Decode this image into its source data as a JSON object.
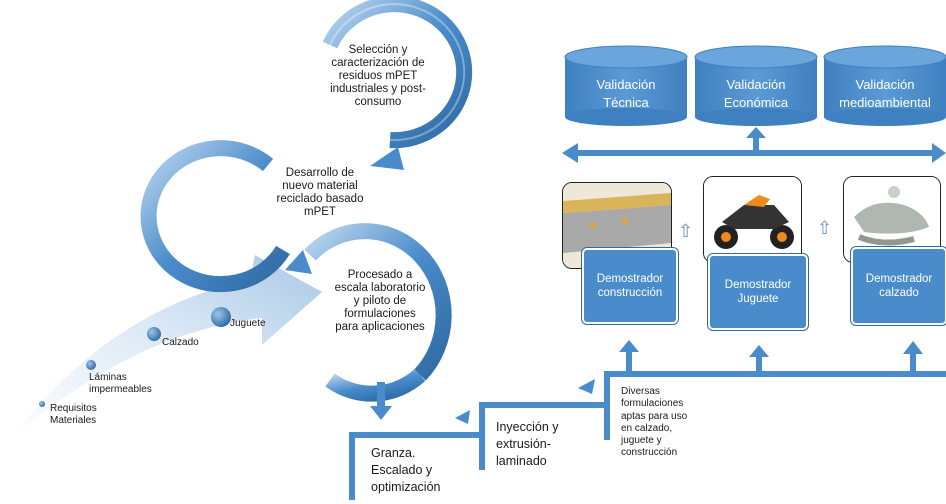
{
  "cycle": {
    "step1": "Selección y\ncaracterización  de\nresiduos mPET\nindustriales y post-\nconsumo",
    "step2": "Desarrollo de\nnuevo material\nreciclado basado\nmPET",
    "step3": "Procesado a\nescala laboratorio\ny piloto de\nformulaciones\npara aplicaciones"
  },
  "timeline": {
    "items": [
      "Requisitos\nMateriales",
      "Láminas\nimpermeables",
      "Calzado",
      "Juguete"
    ]
  },
  "validations": [
    "Validación\nTécnica",
    "Validación\nEconómica",
    "Validación\nmedioambiental"
  ],
  "demonstrators": [
    "Demostrador\nconstrucción",
    "Demostrador\nJuguete",
    "Demostrador\ncalzado"
  ],
  "stairs": {
    "step1": "Granza.\nEscalado y\noptimización",
    "step2": "Inyección y\nextrusión-\nlaminado",
    "step3": "Diversas\nformulaciones\naptas para uso\nen calzado,\njuguete y\nconstrucción"
  },
  "icons": {
    "small_arrow_up": "⇧"
  },
  "colors": {
    "accent": "#4a8ccb",
    "accent_dark": "#2f6aa3",
    "light": "#cfe2f3"
  }
}
